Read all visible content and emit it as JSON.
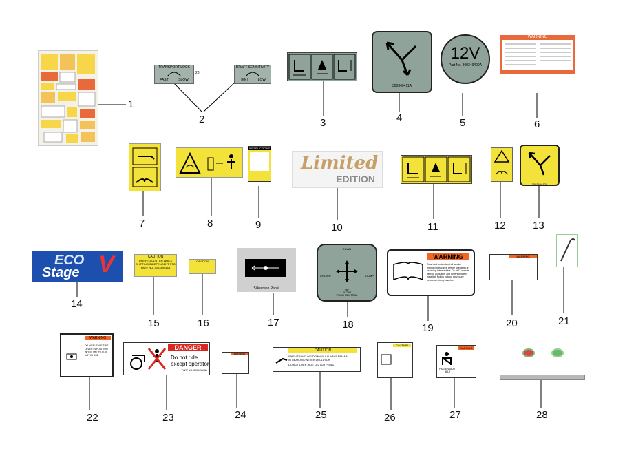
{
  "callouts": [
    "1",
    "2",
    "3",
    "4",
    "5",
    "6",
    "7",
    "8",
    "9",
    "10",
    "11",
    "12",
    "13",
    "14",
    "15",
    "16",
    "17",
    "18",
    "19",
    "20",
    "21",
    "22",
    "23",
    "24",
    "25",
    "26",
    "27",
    "28"
  ],
  "decals": {
    "transport_lock": {
      "title": "TRANSPORT LOCK",
      "fast": "FAST",
      "slow": "SLOW",
      "dim": "28"
    },
    "draft_sensitivity": {
      "title": "DRAFT SENSITIVITY",
      "high": "HIGH",
      "low": "LOW"
    },
    "d4_part": "300349411A",
    "d5": {
      "voltage": "12V",
      "part": "Part No. 300349409A"
    },
    "d6_header": "WARNING",
    "d9_header": "INSTRUCTIONS",
    "d10": {
      "script": "Limited",
      "word": "EDITION"
    },
    "d13_part": "300349412A",
    "d14": {
      "eco": "ECO",
      "stage": "Stage",
      "v": "V"
    },
    "d15": {
      "header": "CAUTION",
      "line1": "USE PTO CLUTCH WHILE",
      "line2": "SHIFTING INDEPENDENT PTO",
      "part": "PART NO. 300349436A"
    },
    "d16_header": "CAUTION",
    "d17_caption": "Silkscreen Panel",
    "d18": {
      "top": "DOWN",
      "left": "CROWD",
      "right": "DUMP",
      "bottom": "UP",
      "center": "FLOAT",
      "hint": "PUSH NEUTRAL"
    },
    "d19": {
      "header": "WARNING",
      "text": "Read and understand all service manual instructions before operating or servicing this machine. Do NOT operate without all guards and covers properly installed. Follow lockout procedure before servicing machine."
    },
    "d20_header": "WARNING",
    "d22": {
      "header": "WARNING",
      "text": "DO NOT LEAVE THIS LEVER IN POSITION WHEN THE P.T.O. IS NOT IN USE"
    },
    "d23": {
      "header": "DANGER",
      "line1": "Do not ride",
      "line2": "except operator",
      "part": "PART NO. 300349443A"
    },
    "d24_header": "WARNING",
    "d25": {
      "header": "CAUTION",
      "line1": "WHEN TRAVELING DOWNHILL ALWAYS REMAIN",
      "line2": "IN GEAR AND NEVER DECLUTCH",
      "line3": "DO NOT OVER RIDE CLUTCH PEDAL"
    },
    "d26_header": "CAUTION",
    "d27": {
      "header": "WARNING",
      "fasten": "FASTEN SEAT BELT"
    }
  },
  "colors": {
    "yellow": "#f2e23a",
    "orange": "#f26522",
    "red": "#d9281f",
    "grey": "#8fa39a",
    "blue": "#1c4fae"
  }
}
